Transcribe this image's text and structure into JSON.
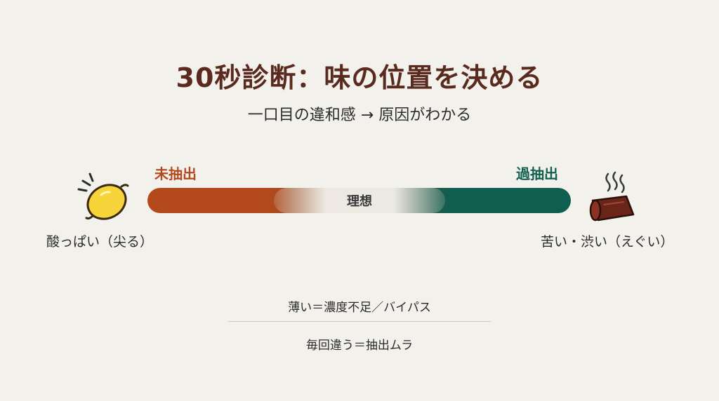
{
  "title": "30秒診断：味の位置を決める",
  "subtitle": "一口目の違和感 → 原因がわかる",
  "scale": {
    "left_label": "未抽出",
    "right_label": "過抽出",
    "center_label": "理想"
  },
  "left_end": {
    "icon": "lemon-icon",
    "text": "酸っぱい（尖る）"
  },
  "right_end": {
    "icon": "burnt-coffee-icon",
    "text": "苦い・渋い（えぐい）"
  },
  "notes": [
    "薄い＝濃度不足／バイパス",
    "毎回違う＝抽出ムラ"
  ],
  "colors": {
    "under_extraction": "#b44a1b",
    "over_extraction": "#0f5e4f",
    "title": "#5a2a1f",
    "background": "#f3f1ec"
  }
}
